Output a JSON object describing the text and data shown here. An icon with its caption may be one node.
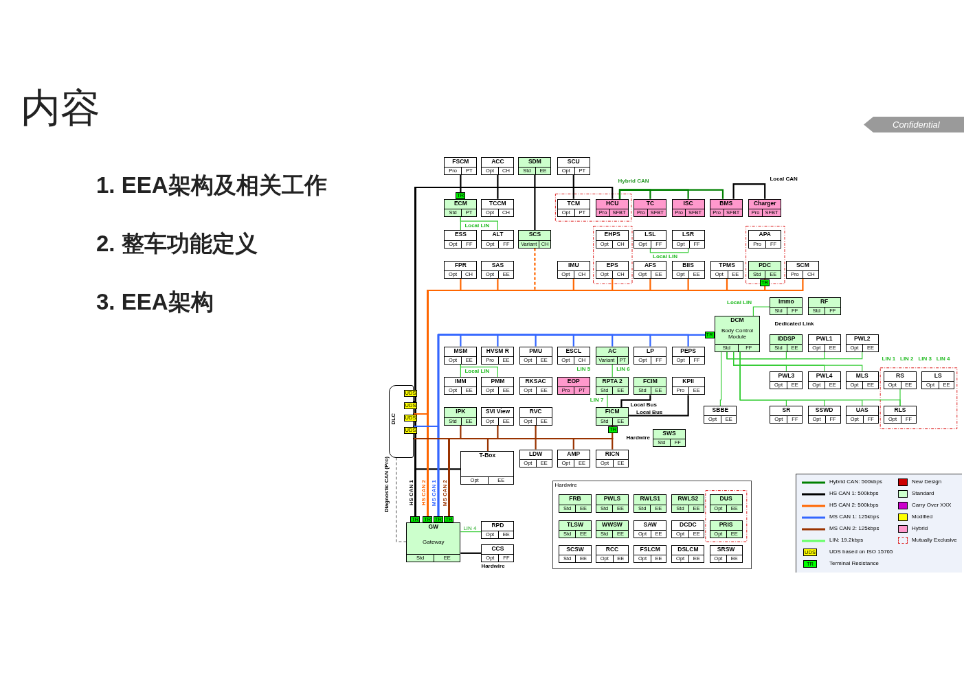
{
  "diagram": {
    "title": "内容",
    "nodes": [
      {
        "text": [
          "FSCM",
          "Pro",
          "PT"
        ]
      },
      {
        "text": [
          "ACC",
          "Opt",
          "CH"
        ]
      },
      {
        "text": [
          "SDM",
          "Std",
          "EE"
        ]
      },
      {
        "text": [
          "SCU",
          "Opt",
          "PT"
        ]
      },
      {
        "text": [
          "ECM",
          "Std",
          "PT"
        ]
      },
      {
        "text": [
          "TCCM",
          "Opt",
          "CH"
        ]
      },
      {
        "text": [
          "TCM",
          "Opt",
          "PT"
        ]
      },
      {
        "text": [
          "HCU",
          "Pro",
          "SFBT"
        ]
      },
      {
        "text": [
          "TC",
          "Pro",
          "SFBT"
        ]
      },
      {
        "text": [
          "ISC",
          "Pro",
          "SFBT"
        ]
      },
      {
        "text": [
          "BMS",
          "Pro",
          "SFBT"
        ]
      },
      {
        "text": [
          "Charger",
          "Pro",
          "SFBT"
        ]
      },
      {
        "text": [
          "ESS",
          "Opt",
          "FF"
        ]
      },
      {
        "text": [
          "ALT",
          "Opt",
          "FF"
        ]
      },
      {
        "text": [
          "SCS",
          "Variant",
          "CH"
        ]
      },
      {
        "text": [
          "EHPS",
          "Opt",
          "CH"
        ]
      },
      {
        "text": [
          "LSL",
          "Opt",
          "FF"
        ]
      },
      {
        "text": [
          "LSR",
          "Opt",
          "FF"
        ]
      },
      {
        "text": [
          "APA",
          "Pro",
          "FF"
        ]
      },
      {
        "text": [
          "FPR",
          "Opt",
          "CH"
        ]
      },
      {
        "text": [
          "SAS",
          "Opt",
          "EE"
        ]
      },
      {
        "text": [
          "IMU",
          "Opt",
          "CH"
        ]
      },
      {
        "text": [
          "EPS",
          "Opt",
          "CH"
        ]
      },
      {
        "text": [
          "AFS",
          "Opt",
          "EE"
        ]
      },
      {
        "text": [
          "BIIS",
          "Opt",
          "EE"
        ]
      },
      {
        "text": [
          "TPMS",
          "Opt",
          "EE"
        ]
      },
      {
        "text": [
          "PDC",
          "Std",
          "EE"
        ]
      },
      {
        "text": [
          "SCM",
          "Pro",
          "CH"
        ]
      },
      {
        "text": [
          "Immo",
          "Std",
          "FF"
        ]
      },
      {
        "text": [
          "RF",
          "Std",
          "FF"
        ]
      },
      {
        "text": [
          "DCM",
          "Body Control Module",
          "Std",
          "FF"
        ]
      },
      {
        "text": [
          "IDDSP",
          "Std",
          "EE"
        ]
      },
      {
        "text": [
          "PWL1",
          "Opt",
          "EE"
        ]
      },
      {
        "text": [
          "PWL2",
          "Opt",
          "EE"
        ]
      },
      {
        "text": [
          "MSM",
          "Opt",
          "EE"
        ]
      },
      {
        "text": [
          "HVSM R",
          "Pro",
          "EE"
        ]
      },
      {
        "text": [
          "PMU",
          "Opt",
          "EE"
        ]
      },
      {
        "text": [
          "ESCL",
          "Opt",
          "CH"
        ]
      },
      {
        "text": [
          "AC",
          "Variant",
          "PT"
        ]
      },
      {
        "text": [
          "LP",
          "Opt",
          "FF"
        ]
      },
      {
        "text": [
          "PEPS",
          "Opt",
          "FF"
        ]
      },
      {
        "text": [
          "PWL3",
          "Opt",
          "EE"
        ]
      },
      {
        "text": [
          "PWL4",
          "Opt",
          "EE"
        ]
      },
      {
        "text": [
          "MLS",
          "Opt",
          "EE"
        ]
      },
      {
        "text": [
          "RS",
          "Opt",
          "EE"
        ]
      },
      {
        "text": [
          "LS",
          "Opt",
          "EE"
        ]
      },
      {
        "text": [
          "IMM",
          "Opt",
          "EE"
        ]
      },
      {
        "text": [
          "PMM",
          "Opt",
          "EE"
        ]
      },
      {
        "text": [
          "RKSAC",
          "Opt",
          "EE"
        ]
      },
      {
        "text": [
          "EOP",
          "Pro",
          "PT"
        ]
      },
      {
        "text": [
          "RPTA 2",
          "Std",
          "EE"
        ]
      },
      {
        "text": [
          "FCIM",
          "Std",
          "EE"
        ]
      },
      {
        "text": [
          "KPII",
          "Pro",
          "EE"
        ]
      },
      {
        "text": [
          "SBBE",
          "Opt",
          "EE"
        ]
      },
      {
        "text": [
          "SR",
          "Opt",
          "FF"
        ]
      },
      {
        "text": [
          "SSWD",
          "Opt",
          "FF"
        ]
      },
      {
        "text": [
          "UAS",
          "Opt",
          "FF"
        ]
      },
      {
        "text": [
          "RLS",
          "Opt",
          "FF"
        ]
      },
      {
        "text": [
          "IPK",
          "Std",
          "EE"
        ]
      },
      {
        "text": [
          "SVI View",
          "Opt",
          "EE"
        ]
      },
      {
        "text": [
          "RVC",
          "Opt",
          "EE"
        ]
      },
      {
        "text": [
          "FICM",
          "Std",
          "EE"
        ]
      },
      {
        "text": [
          "SWS",
          "Std",
          "FF"
        ]
      },
      {
        "text": [
          "T-Box",
          "Opt",
          "EE"
        ]
      },
      {
        "text": [
          "LDW",
          "Opt",
          "EE"
        ]
      },
      {
        "text": [
          "AMP",
          "Opt",
          "EE"
        ]
      },
      {
        "text": [
          "RICN",
          "Opt",
          "EE"
        ]
      },
      {
        "text": [
          "Hardwire"
        ]
      },
      {
        "text": [
          "FRB",
          "Std",
          "EE"
        ],
        "in": 67
      },
      {
        "text": [
          "PWLS",
          "Std",
          "EE"
        ],
        "in": 67
      },
      {
        "text": [
          "RWLS1",
          "Std",
          "EE"
        ],
        "in": 67
      },
      {
        "text": [
          "RWLS2",
          "Std",
          "EE"
        ],
        "in": 67
      },
      {
        "text": [
          "DUS",
          "Opt",
          "EE"
        ],
        "in": 67
      },
      {
        "text": [
          "TLSW",
          "Std",
          "EE"
        ],
        "in": 67
      },
      {
        "text": [
          "WWSW",
          "Std",
          "EE"
        ],
        "in": 67
      },
      {
        "text": [
          "SAW",
          "Opt",
          "EE"
        ],
        "in": 67
      },
      {
        "text": [
          "DCDC",
          "Opt",
          "EE"
        ],
        "in": 67
      },
      {
        "text": [
          "PRIS",
          "Opt",
          "EE"
        ],
        "in": 67
      },
      {
        "text": [
          "SCSW",
          "Std",
          "EE"
        ],
        "in": 67
      },
      {
        "text": [
          "RCC",
          "Opt",
          "EE"
        ],
        "in": 67
      },
      {
        "text": [
          "FSLCM",
          "Opt",
          "EE"
        ],
        "in": 67
      },
      {
        "text": [
          "DSLCM",
          "Opt",
          "EE"
        ],
        "in": 67
      },
      {
        "text": [
          "SRSW",
          "Opt",
          "EE"
        ],
        "in": 67
      },
      {
        "text": [
          "GW",
          "Gateway",
          "Std",
          "EE"
        ]
      },
      {
        "text": [
          "RPD",
          "Opt",
          "EE"
        ]
      },
      {
        "text": [
          "CCS",
          "Opt",
          "FF"
        ]
      },
      {
        "text": [
          "DLC"
        ]
      }
    ],
    "edges": [
      {
        "from": 0,
        "to": 83,
        "arrow": "none",
        "color": "#000000"
      },
      {
        "from": 1,
        "to": 83,
        "arrow": "none",
        "color": "#000000"
      },
      {
        "from": 2,
        "to": 83,
        "arrow": "none",
        "color": "#000000"
      },
      {
        "from": 3,
        "to": 83,
        "arrow": "none",
        "color": "#000000"
      },
      {
        "from": 4,
        "to": 83,
        "arrow": "none",
        "color": "#000000"
      },
      {
        "from": 5,
        "to": 83,
        "arrow": "none",
        "color": "#000000"
      },
      {
        "from": 6,
        "to": 83,
        "arrow": "none",
        "color": "#000000"
      },
      {
        "from": 7,
        "to": 83,
        "arrow": "none",
        "color": "#000000"
      },
      {
        "from": 14,
        "to": 83,
        "arrow": "none",
        "color": "#000000"
      },
      {
        "from": 63,
        "to": 83,
        "arrow": "none",
        "color": "#000000"
      },
      {
        "from": 8,
        "to": 7,
        "arrow": "none",
        "color": "#008000"
      },
      {
        "from": 9,
        "to": 7,
        "arrow": "none",
        "color": "#008000"
      },
      {
        "from": 10,
        "to": 7,
        "arrow": "none",
        "color": "#008000"
      },
      {
        "from": 10,
        "to": 11,
        "arrow": "none",
        "color": "#000000"
      },
      {
        "from": 19,
        "to": 83,
        "arrow": "none",
        "color": "#ff6600"
      },
      {
        "from": 20,
        "to": 83,
        "arrow": "none",
        "color": "#ff6600"
      },
      {
        "from": 21,
        "to": 83,
        "arrow": "none",
        "color": "#ff6600"
      },
      {
        "from": 22,
        "to": 83,
        "arrow": "none",
        "color": "#ff6600"
      },
      {
        "from": 23,
        "to": 83,
        "arrow": "none",
        "color": "#ff6600"
      },
      {
        "from": 24,
        "to": 83,
        "arrow": "none",
        "color": "#ff6600"
      },
      {
        "from": 25,
        "to": 83,
        "arrow": "none",
        "color": "#ff6600"
      },
      {
        "from": 26,
        "to": 83,
        "arrow": "none",
        "color": "#ff6600"
      },
      {
        "from": 27,
        "to": 83,
        "arrow": "none",
        "color": "#ff6600"
      },
      {
        "from": 14,
        "to": 83,
        "arrow": "none",
        "color": "#ff6600",
        "style": "dashed"
      },
      {
        "from": 34,
        "to": 83,
        "arrow": "none",
        "color": "#3366ff"
      },
      {
        "from": 35,
        "to": 83,
        "arrow": "none",
        "color": "#3366ff"
      },
      {
        "from": 36,
        "to": 83,
        "arrow": "none",
        "color": "#3366ff"
      },
      {
        "from": 37,
        "to": 83,
        "arrow": "none",
        "color": "#3366ff"
      },
      {
        "from": 38,
        "to": 83,
        "arrow": "none",
        "color": "#3366ff"
      },
      {
        "from": 39,
        "to": 83,
        "arrow": "none",
        "color": "#3366ff"
      },
      {
        "from": 40,
        "to": 83,
        "arrow": "none",
        "color": "#3366ff"
      },
      {
        "from": 30,
        "to": 83,
        "arrow": "none",
        "color": "#3366ff"
      },
      {
        "from": 58,
        "to": 83,
        "arrow": "none",
        "color": "#993300"
      },
      {
        "from": 59,
        "to": 83,
        "arrow": "none",
        "color": "#993300"
      },
      {
        "from": 60,
        "to": 83,
        "arrow": "none",
        "color": "#993300"
      },
      {
        "from": 61,
        "to": 83,
        "arrow": "none",
        "color": "#993300"
      },
      {
        "from": 63,
        "to": 83,
        "arrow": "none",
        "color": "#993300"
      },
      {
        "from": 64,
        "to": 83,
        "arrow": "none",
        "color": "#993300"
      },
      {
        "from": 65,
        "to": 83,
        "arrow": "none",
        "color": "#993300"
      },
      {
        "from": 66,
        "to": 83,
        "arrow": "none",
        "color": "#993300"
      },
      {
        "from": 86,
        "to": 83,
        "arrow": "none",
        "color": "#000000"
      },
      {
        "from": 86,
        "to": 83,
        "arrow": "none",
        "color": "#ff6600"
      },
      {
        "from": 86,
        "to": 83,
        "arrow": "none",
        "color": "#3366ff"
      },
      {
        "from": 86,
        "to": 83,
        "arrow": "none",
        "color": "#993300"
      },
      {
        "from": 86,
        "to": 83,
        "arrow": "none",
        "color": "#666666",
        "style": "dashed"
      },
      {
        "from": 4,
        "to": 12,
        "arrow": "none",
        "color": "#33cc33"
      },
      {
        "from": 4,
        "to": 13,
        "arrow": "none",
        "color": "#33cc33"
      },
      {
        "from": 16,
        "to": 17,
        "arrow": "none",
        "color": "#33cc33"
      },
      {
        "from": 34,
        "to": 46,
        "arrow": "none",
        "color": "#33cc33"
      },
      {
        "from": 34,
        "to": 47,
        "arrow": "none",
        "color": "#33cc33"
      },
      {
        "from": 38,
        "to": 50,
        "arrow": "none",
        "color": "#33cc33"
      },
      {
        "from": 50,
        "to": 61,
        "arrow": "none",
        "color": "#33cc33"
      },
      {
        "from": 51,
        "to": 61,
        "arrow": "none",
        "color": "#000000"
      },
      {
        "from": 52,
        "to": 61,
        "arrow": "none",
        "color": "#000000"
      },
      {
        "from": 30,
        "to": 28,
        "arrow": "none",
        "color": "#33cc33"
      },
      {
        "from": 30,
        "to": 31,
        "arrow": "none",
        "color": "#33cc33"
      },
      {
        "from": 30,
        "to": 32,
        "arrow": "none",
        "color": "#33cc33"
      },
      {
        "from": 30,
        "to": 33,
        "arrow": "none",
        "color": "#33cc33"
      },
      {
        "from": 30,
        "to": 41,
        "arrow": "none",
        "color": "#33cc33"
      },
      {
        "from": 30,
        "to": 42,
        "arrow": "none",
        "color": "#33cc33"
      },
      {
        "from": 30,
        "to": 43,
        "arrow": "none",
        "color": "#33cc33"
      },
      {
        "from": 30,
        "to": 54,
        "arrow": "none",
        "color": "#33cc33"
      },
      {
        "from": 30,
        "to": 55,
        "arrow": "none",
        "color": "#33cc33"
      },
      {
        "from": 30,
        "to": 56,
        "arrow": "none",
        "color": "#33cc33"
      },
      {
        "from": 30,
        "to": 57,
        "arrow": "none",
        "color": "#33cc33"
      },
      {
        "from": 30,
        "to": 53,
        "arrow": "none",
        "color": "#33cc33"
      },
      {
        "from": 44,
        "to": 57,
        "arrow": "none",
        "color": "#33cc33"
      },
      {
        "from": 83,
        "to": 84,
        "arrow": "none",
        "color": "#33cc33",
        "label": "LIN 4"
      },
      {
        "from": 83,
        "to": 85,
        "arrow": "none",
        "color": "#000000"
      }
    ],
    "labels": [
      "Confidential",
      "1. EEA架构及相关工作",
      "2. 整车功能定义",
      "3. EEA架构",
      "Hybrid CAN",
      "Local CAN",
      "Local LIN",
      "Local LIN",
      "Local LIN",
      "Dedicated Link",
      "LIN 1",
      "LIN 2",
      "LIN 3",
      "LIN 4",
      "Local LIN",
      "LIN 5",
      "LIN 6",
      "LIN 7",
      "Local Bus",
      "Local Bus",
      "Hardwire",
      "HS CAN 1",
      "HS CAN 2",
      "MS CAN 1",
      "MS CAN 2",
      "Diagnostic CAN (Pro)",
      "Hardwire",
      "UDS",
      "UDS",
      "UDS",
      "UDS",
      "TR",
      "TR",
      "TR",
      "TR",
      "TR",
      "TR",
      "TR",
      "TR",
      "UDS",
      "TR"
    ],
    "legend": [
      {
        "text": "Hybrid CAN: 500kbps"
      },
      {
        "text": "HS CAN 1: 500kbps"
      },
      {
        "text": "HS CAN 2: 500kbps"
      },
      {
        "text": "MS CAN 1: 125kbps"
      },
      {
        "text": "MS CAN 2: 125kbps"
      },
      {
        "text": "LIN: 19.2kbps"
      },
      {
        "text": "UDS based on ISO 15765",
        "color": "#ffff00"
      },
      {
        "text": "Terminal Resistance",
        "color": "#00ff00"
      },
      {
        "text": "New Design",
        "color": "#cc0000"
      },
      {
        "text": "Standard",
        "color": "#ccffcc"
      },
      {
        "text": "Carry Over XXX",
        "color": "#cc00cc"
      },
      {
        "text": "Modified",
        "color": "#ffff00"
      },
      {
        "text": "Hybrid",
        "color": "#ff99cc"
      },
      {
        "text": "Mutually Exclusive"
      }
    ]
  }
}
